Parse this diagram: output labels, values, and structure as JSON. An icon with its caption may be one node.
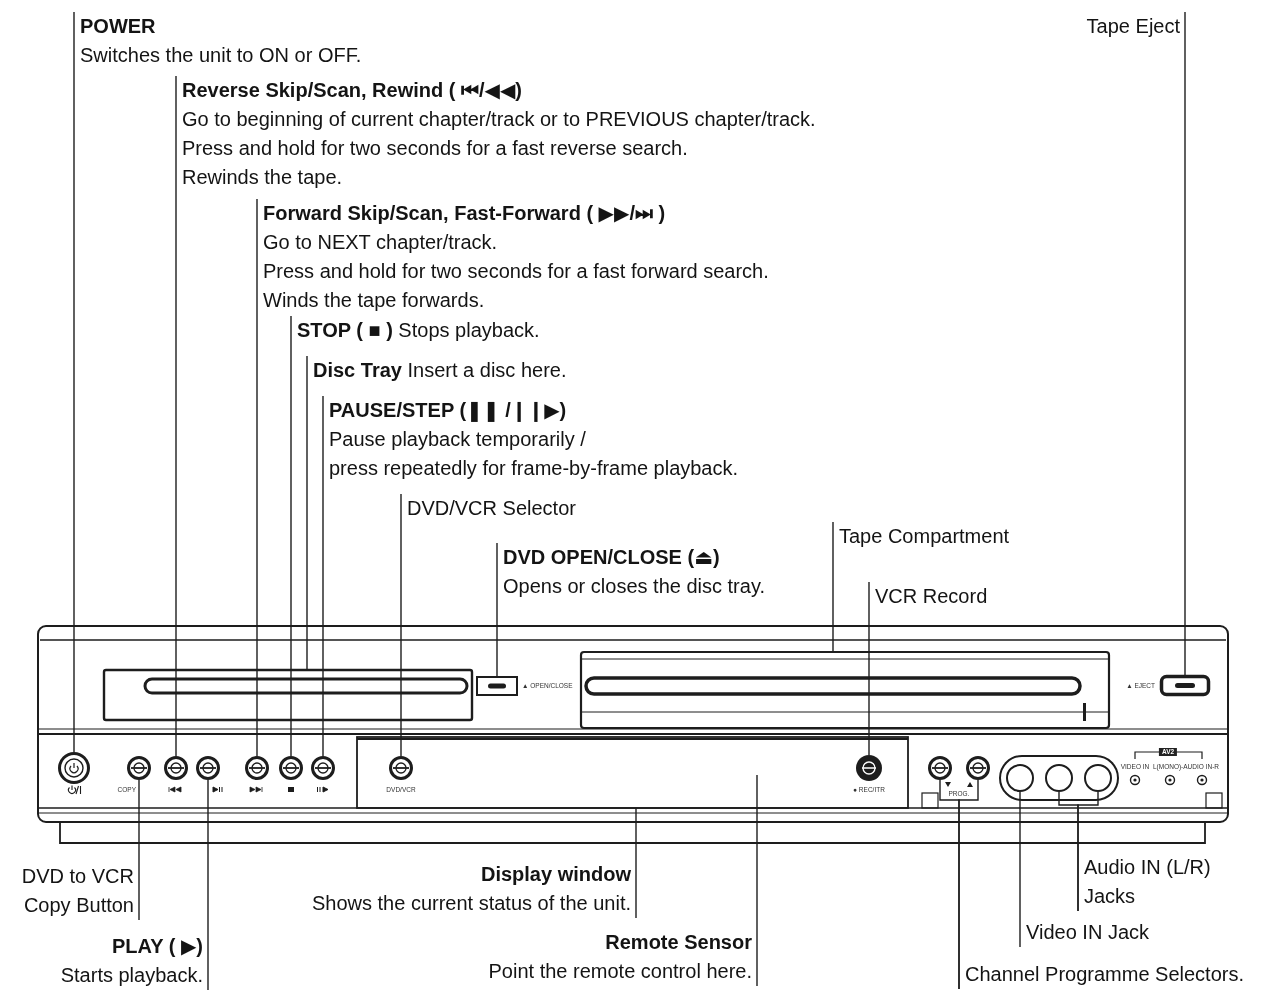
{
  "diagram": {
    "nodes": [
      {
        "text": [
          "POWER",
          "Switches the unit to ON or OFF."
        ]
      },
      {
        "text": [
          "Tape Eject"
        ]
      },
      {
        "text": [
          "Reverse Skip/Scan, Rewind ( ⏮/◀◀)",
          "Go to beginning of current chapter/track or to PREVIOUS chapter/track.",
          "Press and hold for two seconds for a fast reverse search.",
          "Rewinds the tape."
        ]
      },
      {
        "text": [
          "Forward Skip/Scan, Fast-Forward ( ▶▶/⏭ )",
          "Go to NEXT chapter/track.",
          "Press and hold for two seconds for a fast forward search.",
          "Winds the tape forwards."
        ]
      },
      {
        "text": [
          "**STOP ( ■ )** Stops playback."
        ]
      },
      {
        "text": [
          "**Disc Tray** Insert a disc here."
        ]
      },
      {
        "text": [
          "PAUSE/STEP (❚❚ /❙❙▶)",
          "Pause playback temporarily /",
          "press repeatedly for frame-by-frame playback."
        ]
      },
      {
        "text": [
          "DVD/VCR Selector"
        ]
      },
      {
        "text": [
          "Tape Compartment"
        ]
      },
      {
        "text": [
          "DVD OPEN/CLOSE (⏏)",
          "Opens or closes the disc tray."
        ]
      },
      {
        "text": [
          "VCR Record"
        ]
      },
      {
        "text": [
          "Audio IN (L/R) Jacks"
        ]
      },
      {
        "text": [
          "DVD to VCR Copy Button"
        ]
      },
      {
        "text": [
          "Display window",
          "Shows the current status of the unit."
        ]
      },
      {
        "text": [
          "Video IN Jack"
        ]
      },
      {
        "text": [
          "PLAY ( ▶)",
          "Starts playback."
        ]
      },
      {
        "text": [
          "Remote Sensor",
          "Point the remote control here."
        ]
      },
      {
        "text": [
          "Channel Programme Selectors."
        ]
      },
      {
        "text": [],
        "shape": "circle"
      },
      {
        "text": [],
        "shape": "circle"
      },
      {
        "text": [],
        "shape": "circle"
      },
      {
        "text": [],
        "shape": "circle"
      },
      {
        "text": [],
        "shape": "circle"
      },
      {
        "text": [],
        "shape": "circle"
      },
      {
        "text": [],
        "shape": "circle"
      },
      {
        "text": [],
        "shape": "box"
      },
      {
        "text": [],
        "shape": "box"
      },
      {
        "text": [],
        "shape": "box"
      },
      {
        "text": [],
        "shape": "circle",
        "in": 27
      },
      {
        "text": [],
        "shape": "box"
      },
      {
        "text": [],
        "shape": "circle",
        "in": 27
      },
      {
        "text": [],
        "shape": "circle"
      },
      {
        "text": [],
        "shape": "circle"
      },
      {
        "text": [],
        "shape": "circle"
      },
      {
        "text": [],
        "shape": "circle"
      },
      {
        "text": [],
        "shape": "circle"
      },
      {
        "text": [],
        "shape": "box"
      }
    ],
    "edges": [
      {
        "from": 0,
        "to": 18,
        "arrow": "none"
      },
      {
        "from": 1,
        "to": 36,
        "arrow": "none"
      },
      {
        "from": 2,
        "to": 20,
        "arrow": "none"
      },
      {
        "from": 3,
        "to": 22,
        "arrow": "none"
      },
      {
        "from": 4,
        "to": 23,
        "arrow": "none"
      },
      {
        "from": 5,
        "to": 25,
        "arrow": "none"
      },
      {
        "from": 6,
        "to": 24,
        "arrow": "none"
      },
      {
        "from": 7,
        "to": 28,
        "arrow": "none"
      },
      {
        "from": 8,
        "to": 29,
        "arrow": "none"
      },
      {
        "from": 9,
        "to": 26,
        "arrow": "none"
      },
      {
        "from": 10,
        "to": 30,
        "arrow": "none"
      },
      {
        "from": 11,
        "to": 34,
        "arrow": "none"
      },
      {
        "from": 11,
        "to": 35,
        "arrow": "none"
      },
      {
        "from": 12,
        "to": 19,
        "arrow": "none"
      },
      {
        "from": 13,
        "to": 27,
        "arrow": "none"
      },
      {
        "from": 14,
        "to": 33,
        "arrow": "none"
      },
      {
        "from": 15,
        "to": 21,
        "arrow": "none"
      },
      {
        "from": 16,
        "to": null,
        "arrow": "none"
      },
      {
        "from": 17,
        "to": 31,
        "arrow": "none"
      },
      {
        "from": 17,
        "to": 32,
        "arrow": "none"
      }
    ],
    "labels": [
      "▲ OPEN/CLOSE",
      "▲ EJECT",
      "AV2",
      "VIDEO IN",
      "L(MONO)-AUDIO IN-R",
      "COPY",
      "DVD/VCR",
      "● REC/ITR",
      "PROG."
    ]
  }
}
